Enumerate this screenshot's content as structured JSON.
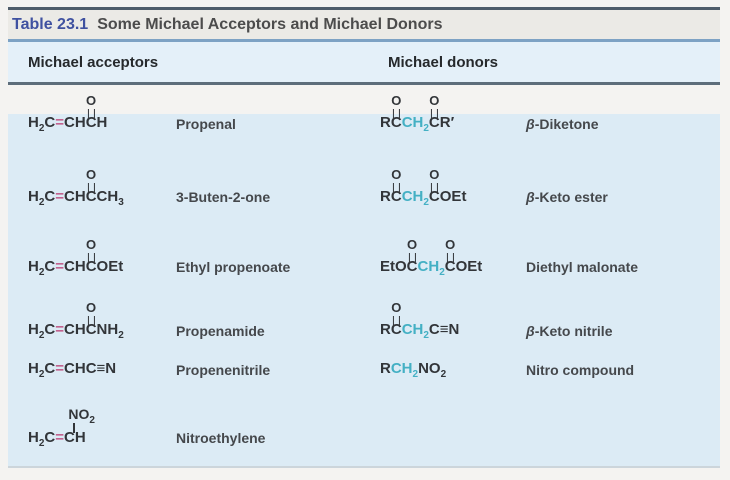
{
  "header": {
    "label": "Table 23.1",
    "title": "Some Michael Acceptors and Michael Donors"
  },
  "columns": {
    "acceptors": "Michael acceptors",
    "donors": "Michael donors"
  },
  "colors": {
    "bond": "#c2628f",
    "alpha": "#44b0c4",
    "ink": "#323539",
    "title_accent": "#3f51a0"
  },
  "groups": {
    "carbonyl_label": "O",
    "nitro_label": [
      {
        "t": "NO"
      },
      {
        "t": "2",
        "s": 1
      }
    ]
  },
  "acceptors": [
    {
      "name": "Propenal",
      "tokens": [
        {
          "t": "H"
        },
        {
          "t": "2",
          "s": 1
        },
        {
          "t": "C"
        },
        {
          "t": "=",
          "c": "bond"
        },
        {
          "t": "CH"
        },
        {
          "t": "C",
          "o": 1
        },
        {
          "t": "H"
        }
      ]
    },
    {
      "name": "3-Buten-2-one",
      "tokens": [
        {
          "t": "H"
        },
        {
          "t": "2",
          "s": 1
        },
        {
          "t": "C"
        },
        {
          "t": "=",
          "c": "bond"
        },
        {
          "t": "CH"
        },
        {
          "t": "C",
          "o": 1
        },
        {
          "t": "CH"
        },
        {
          "t": "3",
          "s": 1
        }
      ]
    },
    {
      "name": "Ethyl propenoate",
      "tokens": [
        {
          "t": "H"
        },
        {
          "t": "2",
          "s": 1
        },
        {
          "t": "C"
        },
        {
          "t": "=",
          "c": "bond"
        },
        {
          "t": "CH"
        },
        {
          "t": "C",
          "o": 1
        },
        {
          "t": "OEt"
        }
      ]
    },
    {
      "name": "Propenamide",
      "tokens": [
        {
          "t": "H"
        },
        {
          "t": "2",
          "s": 1
        },
        {
          "t": "C"
        },
        {
          "t": "=",
          "c": "bond"
        },
        {
          "t": "CH"
        },
        {
          "t": "C",
          "o": 1
        },
        {
          "t": "NH"
        },
        {
          "t": "2",
          "s": 1
        }
      ]
    },
    {
      "name": "Propenenitrile",
      "tokens": [
        {
          "t": "H"
        },
        {
          "t": "2",
          "s": 1
        },
        {
          "t": "C"
        },
        {
          "t": "=",
          "c": "bond"
        },
        {
          "t": "CH"
        },
        {
          "t": "C"
        },
        {
          "t": "≡"
        },
        {
          "t": "N"
        }
      ]
    },
    {
      "name": "Nitroethylene",
      "tokens": [
        {
          "t": "H"
        },
        {
          "t": "2",
          "s": 1
        },
        {
          "t": "C"
        },
        {
          "t": "=",
          "c": "bond"
        },
        {
          "t": "C",
          "n": 1
        },
        {
          "t": "H"
        }
      ]
    }
  ],
  "donors": [
    {
      "name": "β-Diketone",
      "tokens": [
        {
          "t": "R"
        },
        {
          "t": "C",
          "o": 1
        },
        {
          "t": "CH",
          "c": "alpha"
        },
        {
          "t": "2",
          "s": 1,
          "c": "alpha"
        },
        {
          "t": "C",
          "o": 1
        },
        {
          "t": "R′"
        }
      ]
    },
    {
      "name": "β-Keto ester",
      "tokens": [
        {
          "t": "R"
        },
        {
          "t": "C",
          "o": 1
        },
        {
          "t": "CH",
          "c": "alpha"
        },
        {
          "t": "2",
          "s": 1,
          "c": "alpha"
        },
        {
          "t": "C",
          "o": 1
        },
        {
          "t": "OEt"
        }
      ]
    },
    {
      "name": "Diethyl malonate",
      "tokens": [
        {
          "t": "EtO"
        },
        {
          "t": "C",
          "o": 1
        },
        {
          "t": "CH",
          "c": "alpha"
        },
        {
          "t": "2",
          "s": 1,
          "c": "alpha"
        },
        {
          "t": "C",
          "o": 1
        },
        {
          "t": "OEt"
        }
      ]
    },
    {
      "name": "β-Keto nitrile",
      "tokens": [
        {
          "t": "R"
        },
        {
          "t": "C",
          "o": 1
        },
        {
          "t": "CH",
          "c": "alpha"
        },
        {
          "t": "2",
          "s": 1,
          "c": "alpha"
        },
        {
          "t": "C"
        },
        {
          "t": "≡"
        },
        {
          "t": "N"
        }
      ]
    },
    {
      "name": "Nitro compound",
      "tokens": [
        {
          "t": "R"
        },
        {
          "t": "CH",
          "c": "alpha"
        },
        {
          "t": "2",
          "s": 1,
          "c": "alpha"
        },
        {
          "t": "NO"
        },
        {
          "t": "2",
          "s": 1
        }
      ]
    }
  ]
}
